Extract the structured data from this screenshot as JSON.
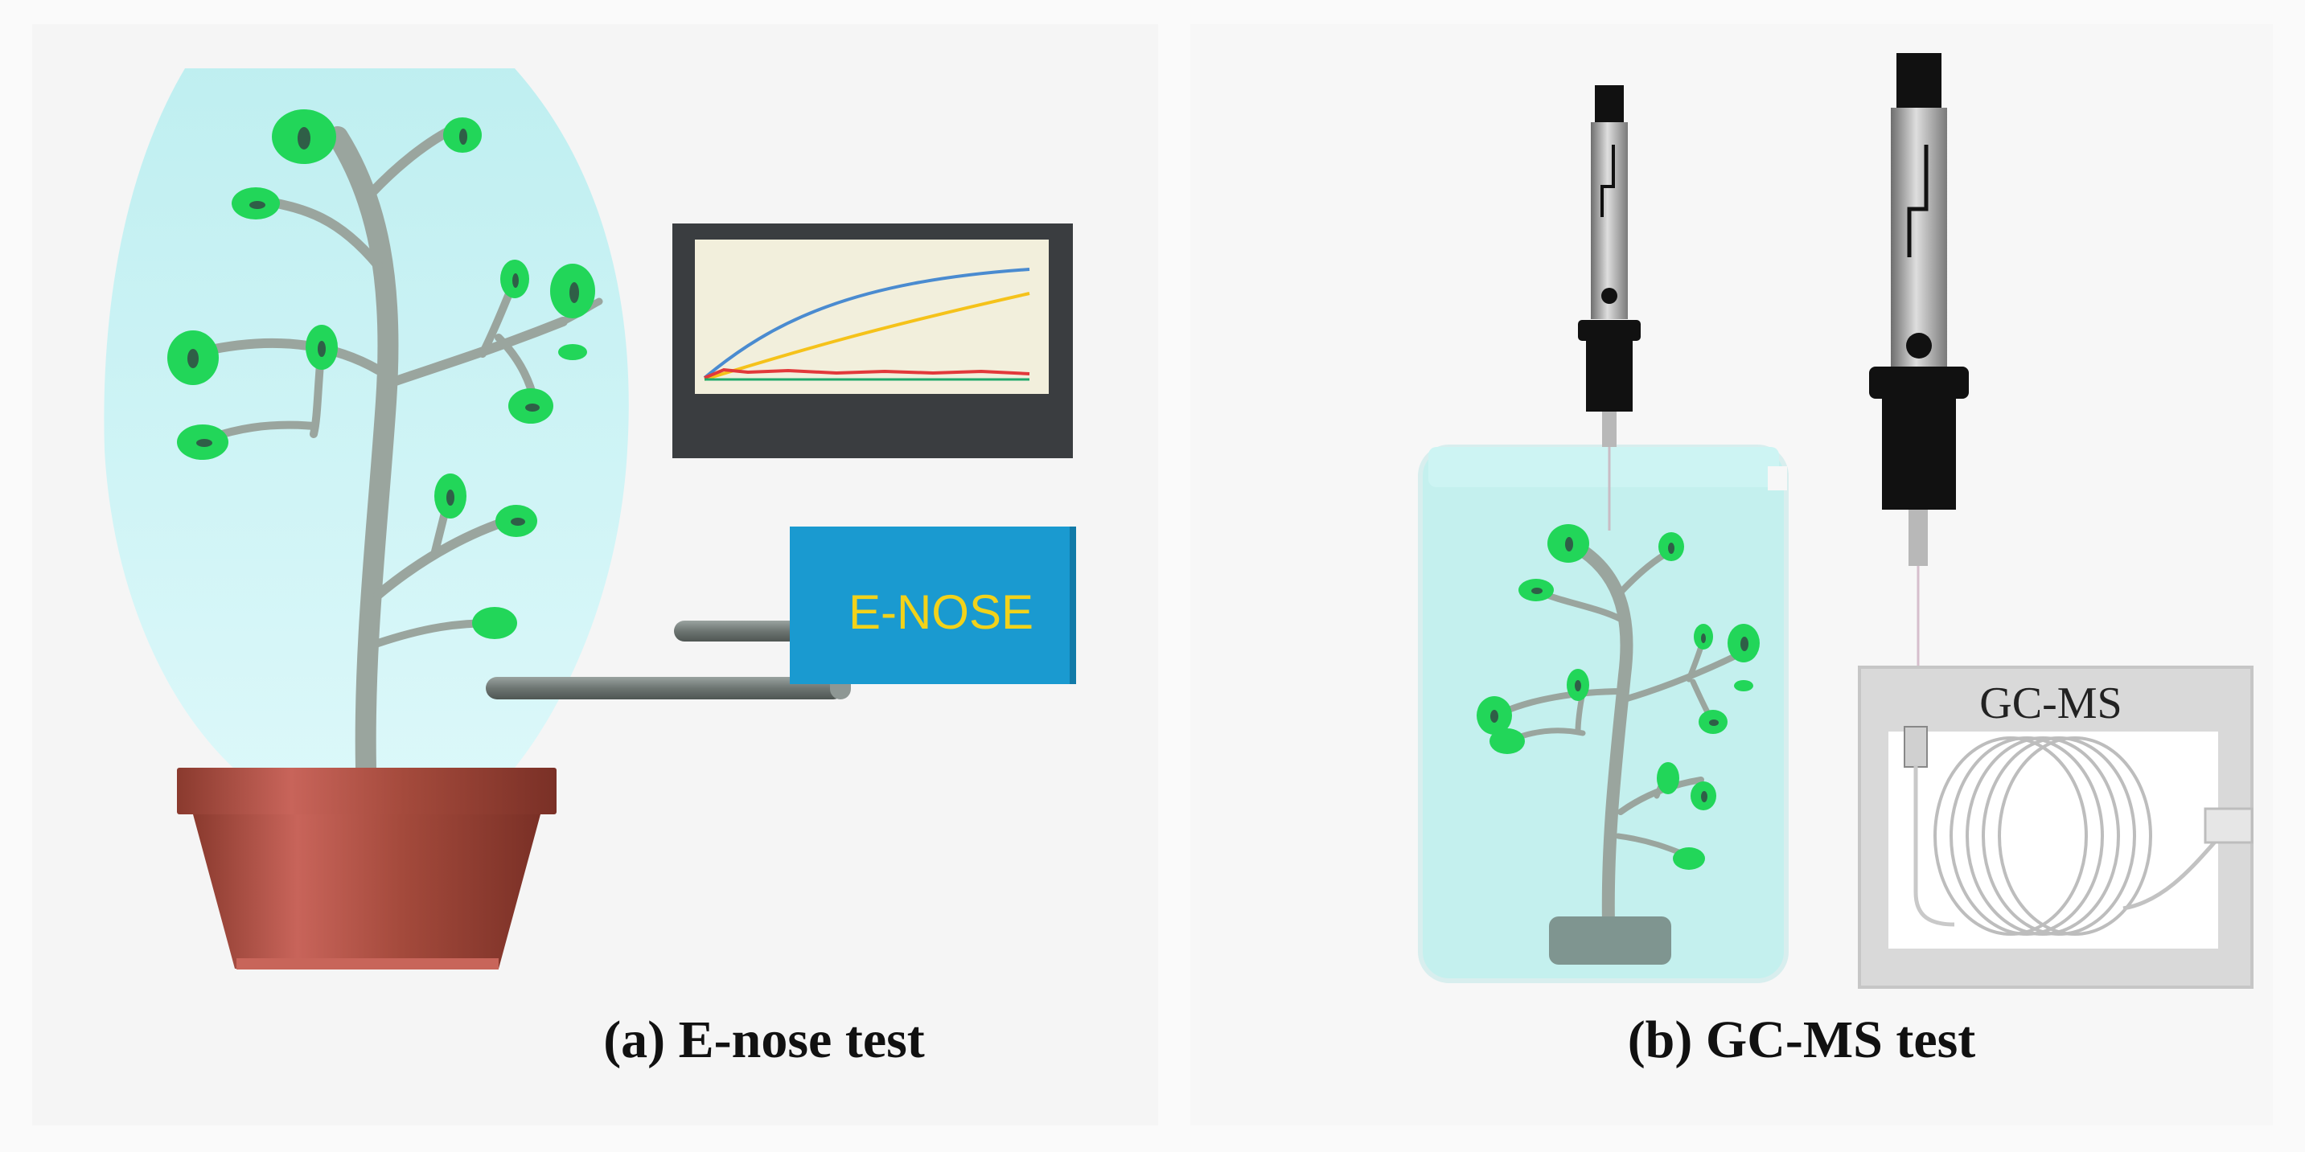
{
  "panels": {
    "a": {
      "caption": "(a) E-nose test",
      "device_label": "E-NOSE"
    },
    "b": {
      "caption": "(b) GC-MS test",
      "device_label": "GC-MS"
    }
  },
  "colors": {
    "dome": "#cdf4f6",
    "leaf": "#22d659",
    "stem": "#9aa59e",
    "pot": "#a84a3c",
    "enose_box": "#1a9ad0",
    "enose_text": "#f2d21a",
    "monitor_frame": "#3a3d40",
    "monitor_screen": "#f2efdc",
    "trace_blue": "#4a8bd0",
    "trace_yellow": "#f5c21a",
    "trace_red": "#e2383a",
    "trace_green": "#1fa86a",
    "jar": "#bff0ee",
    "gcms_box": "#d9d9d9"
  }
}
